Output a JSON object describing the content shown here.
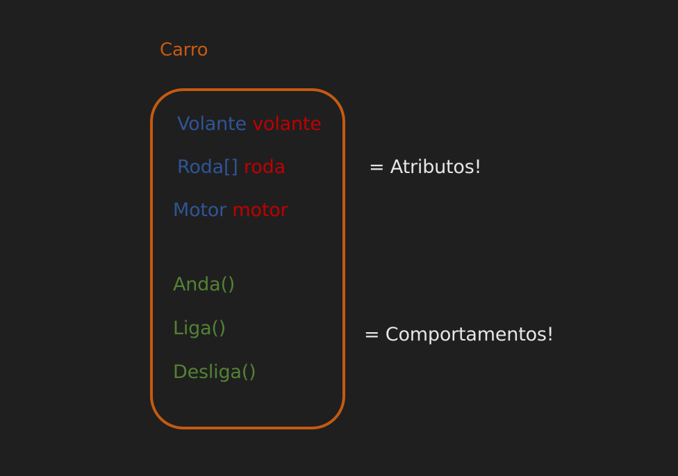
{
  "title": "Carro",
  "colors": {
    "background": "#1f1f1f",
    "box_border": "#c55a11",
    "title": "#c55a11",
    "type": "#2f5597",
    "name": "#c00000",
    "method": "#548235",
    "note": "#e6e6e6"
  },
  "attributes": [
    {
      "type": "Volante",
      "name": "volante"
    },
    {
      "type": "Roda[]",
      "name": "roda"
    },
    {
      "type": "Motor",
      "name": "motor"
    }
  ],
  "methods": [
    {
      "label": "Anda()"
    },
    {
      "label": "Liga()"
    },
    {
      "label": "Desliga()"
    }
  ],
  "notes": {
    "attributes": "= Atributos!",
    "behaviors": "= Comportamentos!"
  }
}
